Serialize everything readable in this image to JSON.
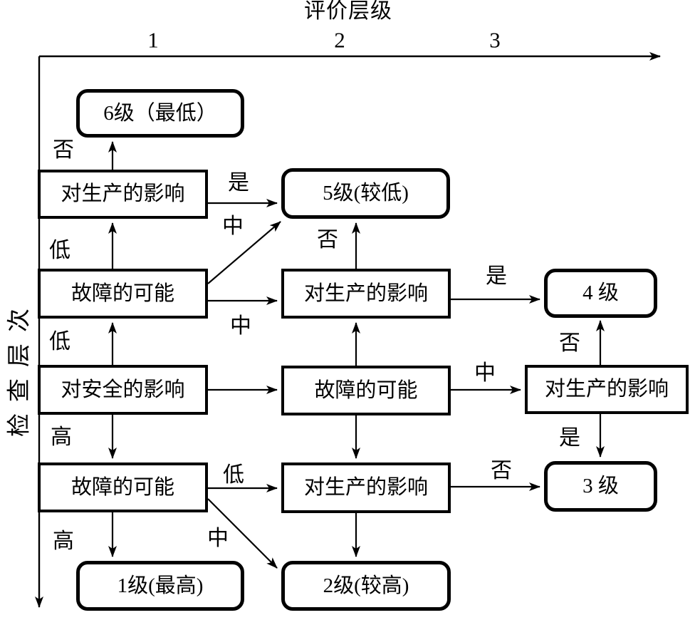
{
  "figure": {
    "x_axis": {
      "title": "评价层级",
      "ticks": [
        "1",
        "2",
        "3"
      ]
    },
    "y_axis": {
      "title": "检查层次"
    }
  },
  "nodes": {
    "level6": "6级（最低）",
    "level5": "5级(较低)",
    "level4": "4 级",
    "level3": "3 级",
    "level1": "1级(最高)",
    "level2": "2级(较高)",
    "col1_row1": "对生产的影响",
    "col1_row2": "故障的可能",
    "col1_row3": "对安全的影响",
    "col1_row4": "故障的可能",
    "col2_row2": "对生产的影响",
    "col2_row3": "故障的可能",
    "col2_row4": "对生产的影响",
    "col3_row3": "对生产的影响"
  },
  "edge_labels": {
    "l1_to_level6": "否",
    "l2_to_l1": "低",
    "l3_to_l2": "低",
    "l3_to_l4": "高",
    "l4_to_level1": "高",
    "l1_to_level5": "是",
    "l2_to_level5": "中",
    "l2_to_m2": "中",
    "m2_to_level5": "否",
    "m2_to_level4": "是",
    "m3_to_r3": "中",
    "m4_to_level3": "否",
    "r3_to_level4": "否",
    "r3_to_level3": "是",
    "l4_to_m4": "低",
    "l4_to_level2": "中"
  },
  "colors": {
    "line": "#000000",
    "background": "#ffffff"
  }
}
